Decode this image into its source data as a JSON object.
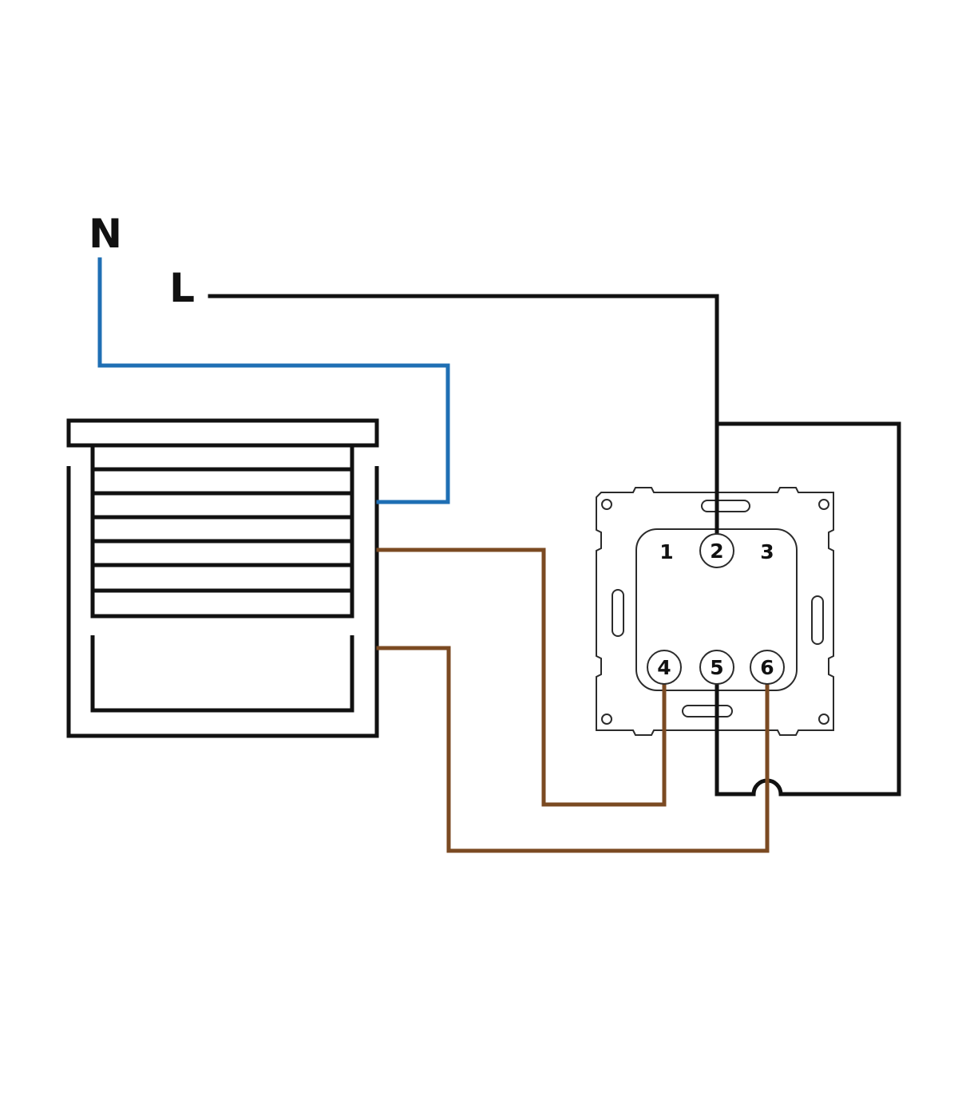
{
  "supply": {
    "neutral_label": "N",
    "live_label": "L"
  },
  "switch": {
    "terminals": [
      "1",
      "2",
      "3",
      "4",
      "5",
      "6"
    ]
  },
  "colors": {
    "neutral_wire": "#1f6fb4",
    "live_wire": "#111111",
    "motor_wire": "#7b4a22",
    "outline": "#111111"
  }
}
